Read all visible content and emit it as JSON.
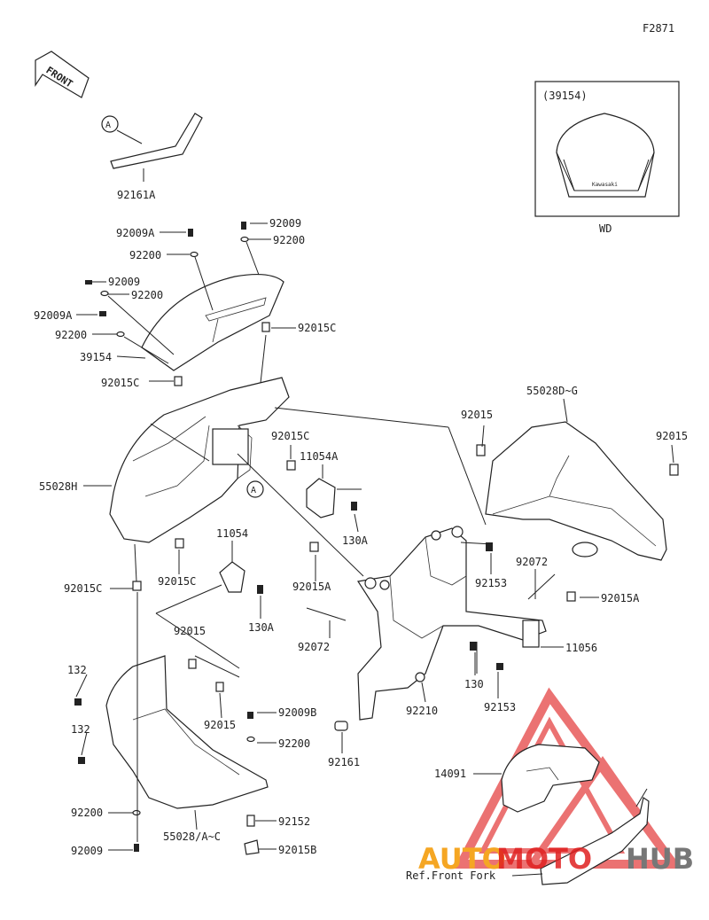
{
  "diagram": {
    "figure_code": "F2871",
    "front_marker": "FRONT",
    "ref_letter": "A",
    "inset": {
      "title": "(39154)",
      "caption": "WD",
      "windshield_brand": "Kawasaki"
    },
    "labels": [
      {
        "id": "l-92161a",
        "text": "92161A"
      },
      {
        "id": "l-92009a-top",
        "text": "92009A"
      },
      {
        "id": "l-92009-top",
        "text": "92009"
      },
      {
        "id": "l-92200-top-r",
        "text": "92200"
      },
      {
        "id": "l-92200-top-l",
        "text": "92200"
      },
      {
        "id": "l-92009-mid",
        "text": "92009"
      },
      {
        "id": "l-92200-mid",
        "text": "92200"
      },
      {
        "id": "l-92009a-mid",
        "text": "92009A"
      },
      {
        "id": "l-92200-low",
        "text": "92200"
      },
      {
        "id": "l-39154",
        "text": "39154"
      },
      {
        "id": "l-92015c-a",
        "text": "92015C"
      },
      {
        "id": "l-92015c-b",
        "text": "92015C"
      },
      {
        "id": "l-92015c-c",
        "text": "92015C"
      },
      {
        "id": "l-55028h",
        "text": "55028H"
      },
      {
        "id": "l-11054a",
        "text": "11054A"
      },
      {
        "id": "l-130a-1",
        "text": "130A"
      },
      {
        "id": "l-55028d",
        "text": "55028D~G"
      },
      {
        "id": "l-92015-r1",
        "text": "92015"
      },
      {
        "id": "l-92015-r2",
        "text": "92015"
      },
      {
        "id": "l-11054",
        "text": "11054"
      },
      {
        "id": "l-92015c-d",
        "text": "92015C"
      },
      {
        "id": "l-92015a-1",
        "text": "92015A"
      },
      {
        "id": "l-92153-1",
        "text": "92153"
      },
      {
        "id": "l-92072-1",
        "text": "92072"
      },
      {
        "id": "l-92015a-2",
        "text": "92015A"
      },
      {
        "id": "l-92015c-e",
        "text": "92015C"
      },
      {
        "id": "l-130a-2",
        "text": "130A"
      },
      {
        "id": "l-92072-2",
        "text": "92072"
      },
      {
        "id": "l-11056",
        "text": "11056"
      },
      {
        "id": "l-92015-l1",
        "text": "92015"
      },
      {
        "id": "l-132-1",
        "text": "132"
      },
      {
        "id": "l-130",
        "text": "130"
      },
      {
        "id": "l-92210",
        "text": "92210"
      },
      {
        "id": "l-92153-2",
        "text": "92153"
      },
      {
        "id": "l-92015-l2",
        "text": "92015"
      },
      {
        "id": "l-92009b",
        "text": "92009B"
      },
      {
        "id": "l-132-2",
        "text": "132"
      },
      {
        "id": "l-92200-b",
        "text": "92200"
      },
      {
        "id": "l-92161",
        "text": "92161"
      },
      {
        "id": "l-14091",
        "text": "14091"
      },
      {
        "id": "l-92200-c",
        "text": "92200"
      },
      {
        "id": "l-92152",
        "text": "92152"
      },
      {
        "id": "l-55028ac",
        "text": "55028/A~C"
      },
      {
        "id": "l-92009-bot",
        "text": "92009"
      },
      {
        "id": "l-92015b",
        "text": "92015B"
      },
      {
        "id": "l-ref-fork",
        "text": "Ref.Front Fork"
      }
    ],
    "watermark": {
      "auto": "AUTO",
      "moto": "MOTO",
      "hub": "HUB",
      "colors": {
        "orange": "#f5a623",
        "red": "#e02020",
        "gray": "#777777"
      }
    }
  }
}
